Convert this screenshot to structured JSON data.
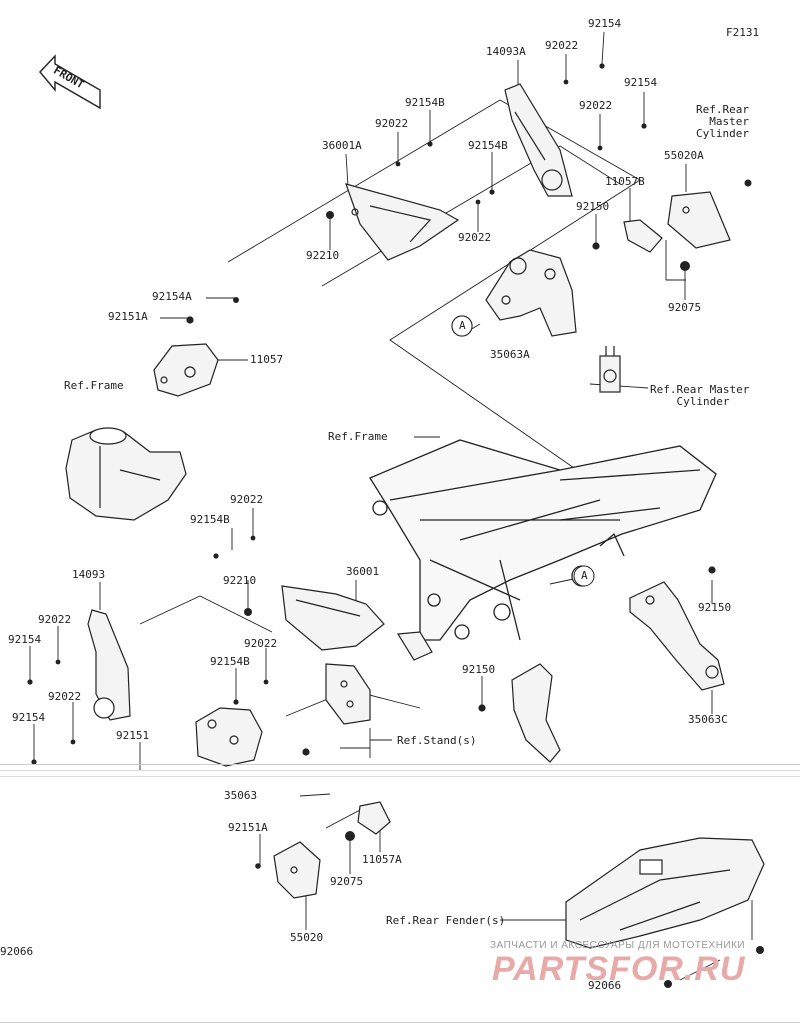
{
  "figure_code": "F2131",
  "front_label": "FRONT",
  "callouts": {
    "c1": "92154",
    "c2": "92022",
    "c3": "14093A",
    "c4": "92154",
    "c5": "92022",
    "c6": "92154B",
    "c7": "92022",
    "c8": "36001A",
    "c9": "92154B",
    "c10": "92210",
    "c11": "92022",
    "c12": "55020A",
    "c13": "11057B",
    "c14": "92150",
    "c15": "92075",
    "c16": "35063A",
    "c17": "92154A",
    "c18": "92151A",
    "c19": "11057",
    "c20": "92022",
    "c21": "92154B",
    "c22": "92210",
    "c23": "36001",
    "c24": "14093",
    "c25": "92022",
    "c26": "92154",
    "c27": "92022",
    "c28": "92154B",
    "c29": "92150",
    "c30": "92022",
    "c31": "92154",
    "c32": "92151",
    "c33": "92150",
    "c34": "35063C",
    "c35": "35063",
    "c36": "92151A",
    "c37": "11057A",
    "c38": "92075",
    "c39": "55020",
    "c40": "92066",
    "c41": "92066"
  },
  "refs": {
    "rear_master_cyl_top": "Ref.Rear\n  Master\nCylinder",
    "rear_master_cyl": "Ref.Rear Master\n    Cylinder",
    "frame_left": "Ref.Frame",
    "frame_center": "Ref.Frame",
    "stand": "Ref.Stand(s)",
    "rear_fender": "Ref.Rear Fender(s)"
  },
  "markers": {
    "a1": "A",
    "a2": "A"
  },
  "watermark": {
    "line1": "ЗАПЧАСТИ И АКСЕССУАРЫ ДЛЯ МОТОТЕХНИКИ",
    "line2": "PARTSFOR.RU"
  }
}
